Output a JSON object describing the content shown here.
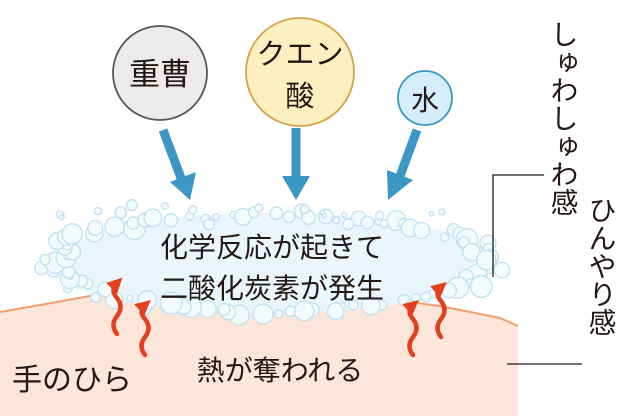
{
  "ingredients": {
    "baking_soda": "重曹",
    "citric_acid_line1": "クエン",
    "citric_acid_line2": "酸",
    "water": "水"
  },
  "reaction": {
    "line1": "化学反応が起きて",
    "line2": "二酸化炭素が発生"
  },
  "palm_label": "手のひら",
  "heat_label": "熱が奪われる",
  "fizz_label": "しゅわしゅわ感",
  "cool_label": "ひんやり感",
  "colors": {
    "baking_soda_fill": "#ebebeb",
    "citric_acid_fill": "#fdf0c0",
    "water_fill": "#d6eefb",
    "arrow_blue": "#3c97c4",
    "foam_fill": "#eaf6fc",
    "foam_stroke": "#bfe1f2",
    "skin_fill": "#fce5d9",
    "skin_edge": "#f0a070",
    "heat_arrow": "#e5401e"
  }
}
